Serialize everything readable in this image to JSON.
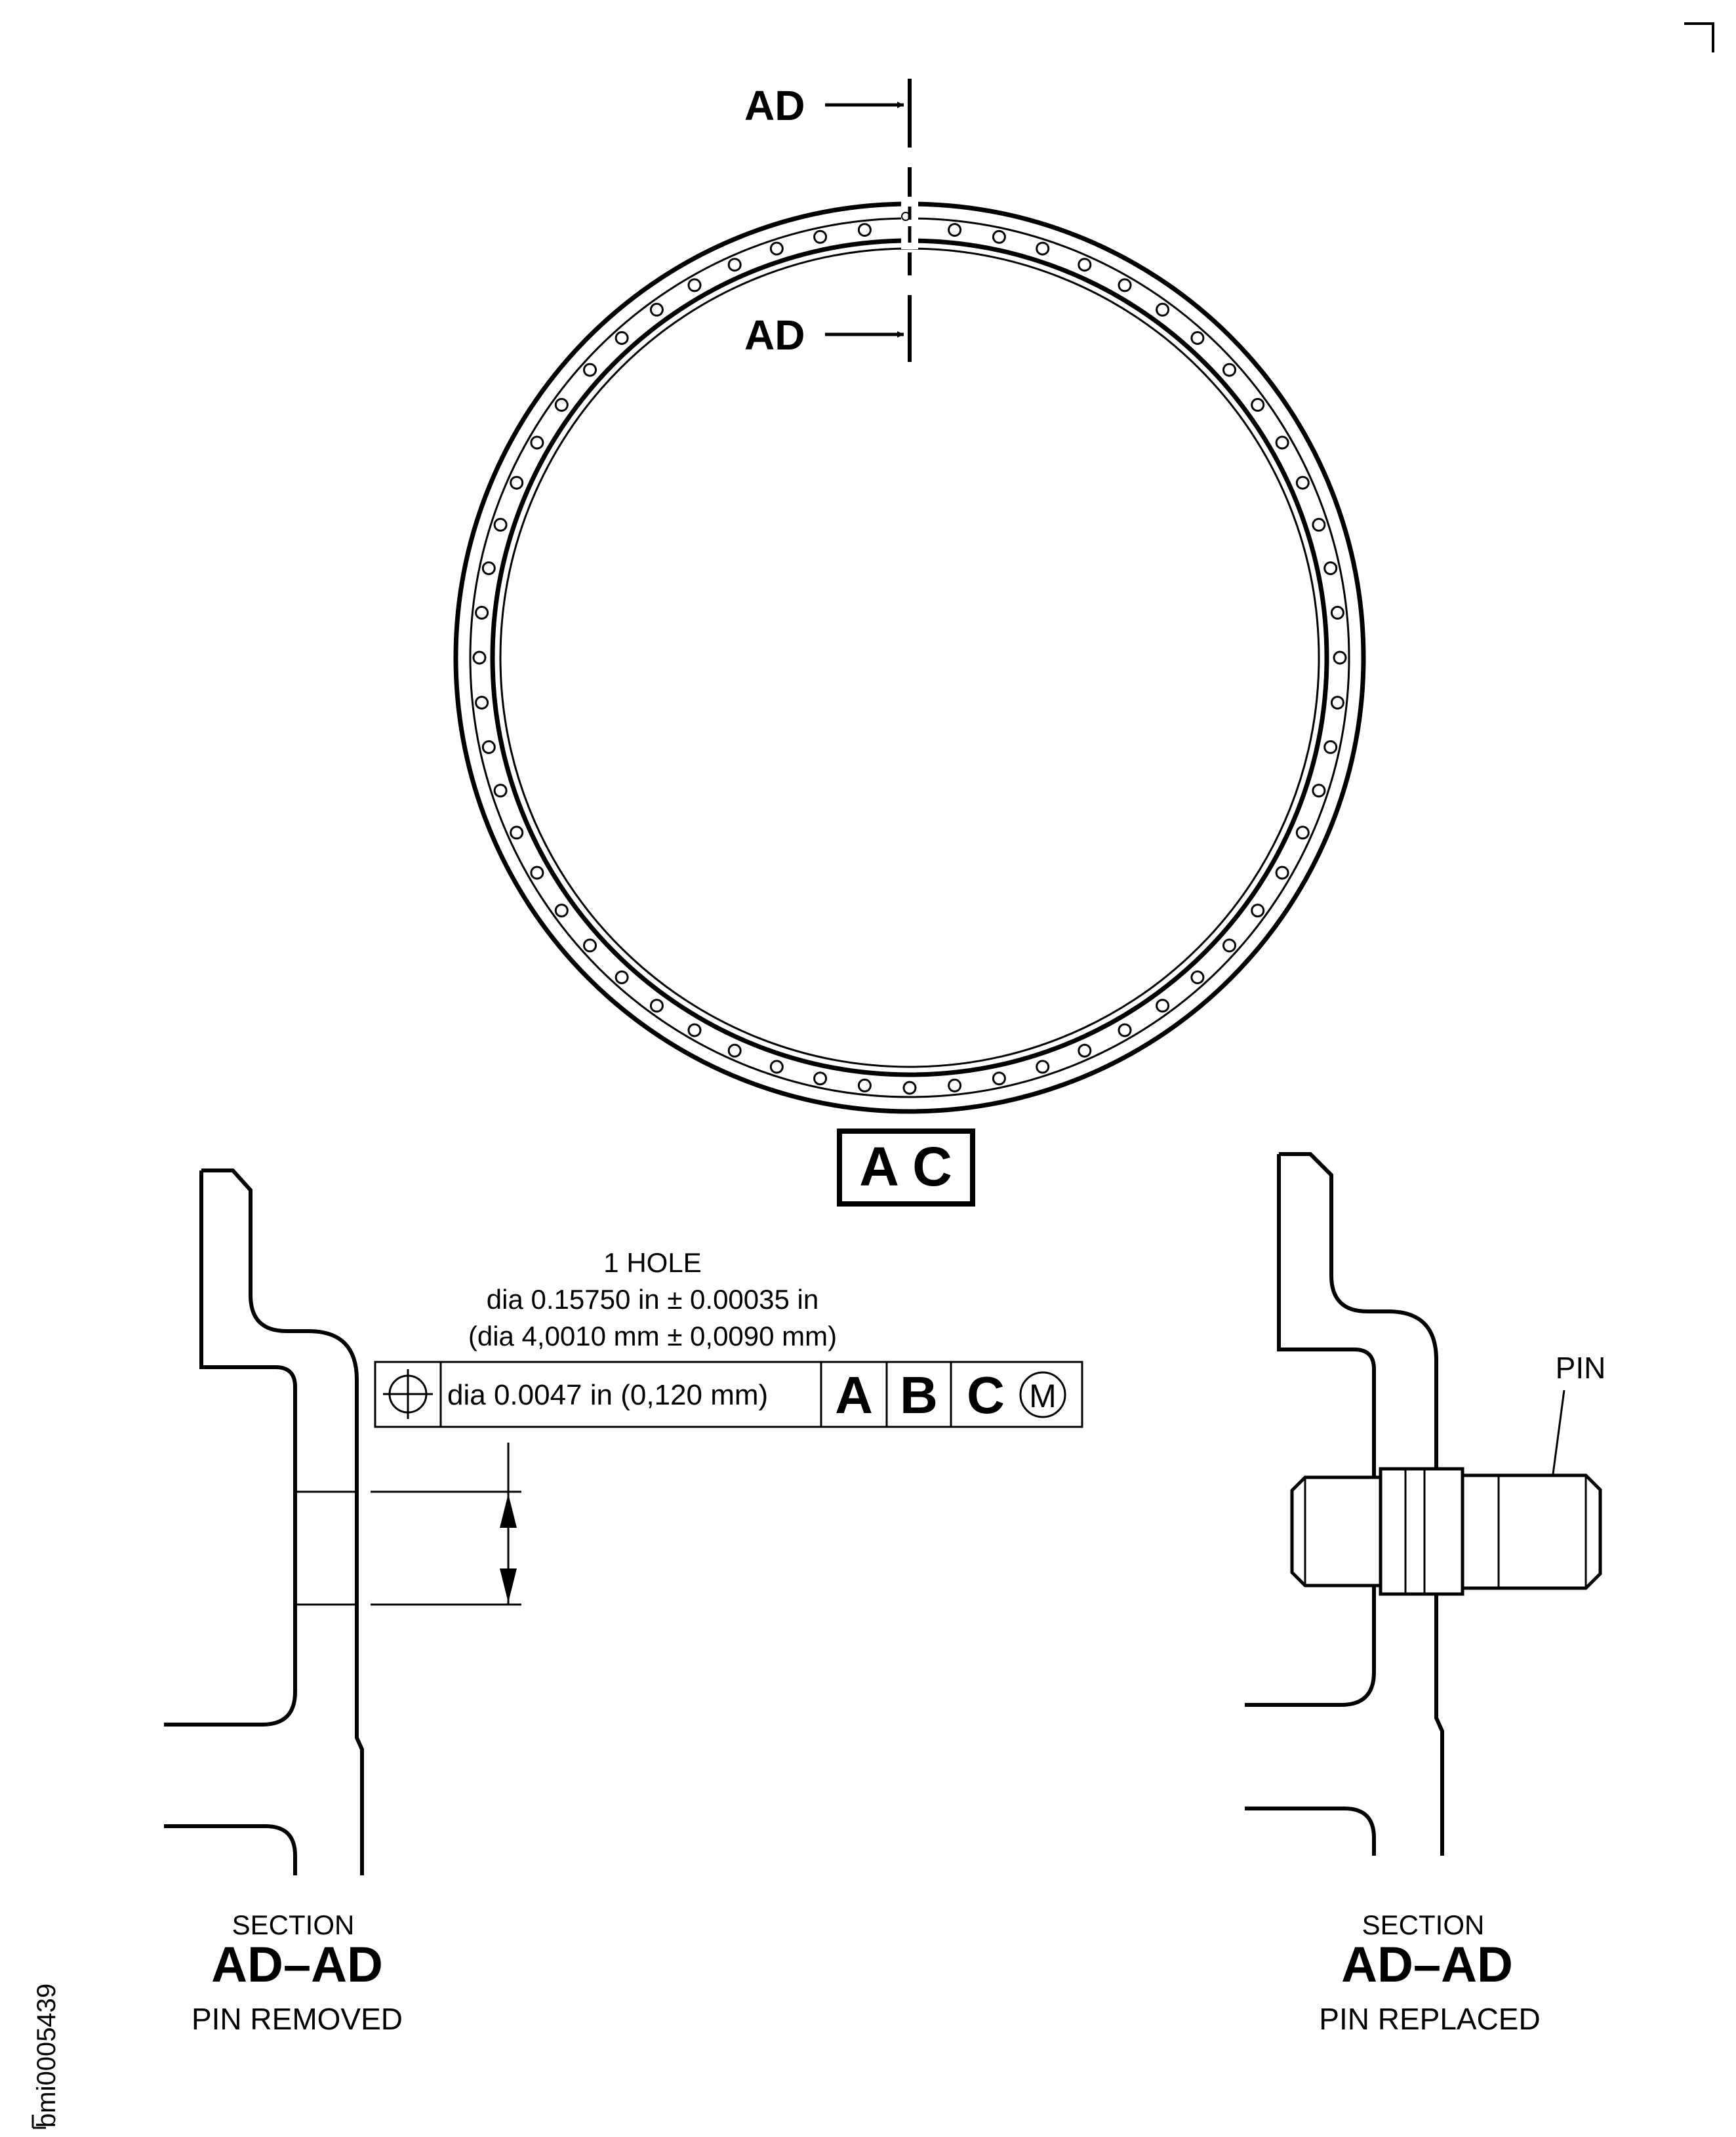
{
  "section_markers": {
    "top_label": "AD",
    "bottom_label": "AD"
  },
  "view_label": "A C",
  "hole_note": {
    "line1": "1 HOLE",
    "line2": "dia 0.15750 in ± 0.00035 in",
    "line3": "(dia 4,0010 mm ± 0,0090 mm)"
  },
  "feature_control_frame": {
    "symbol": "position-symbol",
    "tolerance": "dia 0.0047 in (0,120 mm)",
    "datum_1": "A",
    "datum_2": "B",
    "datum_3": "C",
    "modifier": "M"
  },
  "left_section": {
    "heading": "SECTION",
    "name": "AD–AD",
    "caption": "PIN REMOVED"
  },
  "right_section": {
    "heading": "SECTION",
    "name": "AD–AD",
    "caption": "PIN REPLACED",
    "callout": "PIN"
  },
  "figure_id": "bmi0005439",
  "ring": {
    "hole_count": 60
  }
}
